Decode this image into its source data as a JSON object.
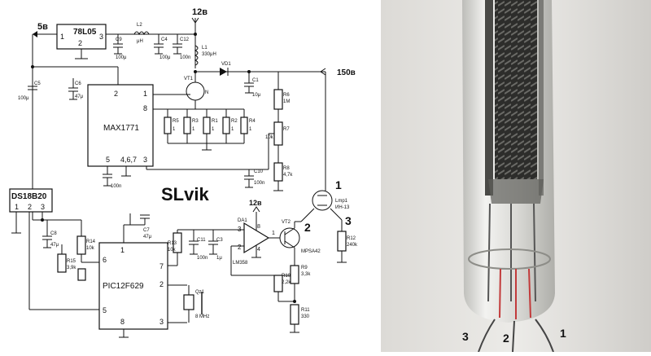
{
  "schematic": {
    "title": "SLvik",
    "rails": {
      "v5": "5в",
      "v12_top": "12в",
      "v12_opamp": "12в",
      "v150": "150в"
    },
    "ics": {
      "reg": {
        "name": "78L05",
        "pin1": "1",
        "pin2": "2",
        "pin3": "3"
      },
      "max": {
        "name": "MAX1771",
        "pin1": "1",
        "pin2": "2",
        "pin3": "3",
        "pin5": "5",
        "pin467": "4,6,7",
        "pin8": "8"
      },
      "pic": {
        "name": "PIC12F629",
        "pin1": "1",
        "pin2": "2",
        "pin3": "3",
        "pin5": "5",
        "pin6": "6",
        "pin7": "7",
        "pin8": "8"
      },
      "ds": {
        "name": "DS18B20",
        "pin1": "1",
        "pin2": "2",
        "pin3": "3"
      }
    },
    "parts": {
      "c9": "C9",
      "c9v": "100μ",
      "l2": "L2",
      "l2v": "μH",
      "c4": "C4",
      "c4v": "100μ",
      "c12": "C12",
      "c12v": "100n",
      "l1": "L1",
      "l1v": "330μH",
      "vd1": "VD1",
      "c5": "C5",
      "c5v": "100μ",
      "c6": "C6",
      "c6v": "47μ",
      "vt1": "VT1",
      "c1": "C1",
      "c1v": "10μ",
      "r6": "R6",
      "r6v": "1M",
      "r5": "R5",
      "r3": "R3",
      "r1": "R1",
      "r2": "R2",
      "r4": "R4",
      "rv": "1",
      "r7": "R7",
      "r7v": "10k",
      "r8": "R8",
      "r8v": "4,7k",
      "c10": "C10",
      "c10v": "100n",
      "c13v": "100n",
      "lmp": "Lmp1",
      "lmpv": "ИН-13",
      "c7": "C7",
      "c7v": "47μ",
      "c8": "C8",
      "c8v": "47μ",
      "r14": "R14",
      "r14v": "10k",
      "r15": "R15",
      "r15v": "3,9k",
      "r13": "R13",
      "r13v": "10k",
      "c11": "C11",
      "c11v": "100n",
      "c3": "C3",
      "c3v": "1μ",
      "da1": "DA1",
      "da1v": "LM358",
      "vt2": "VT2",
      "vt2v": "MPSA42",
      "r12": "R12",
      "r12v": "240k",
      "r9": "R9",
      "r9v": "3,3k",
      "r10": "R10",
      "r10v": "2,2k",
      "r11": "R11",
      "r11v": "330",
      "qz": "Qz1",
      "qzv": "8 MHz",
      "pin_3": "3",
      "pin_2": "2",
      "pin_8": "8",
      "pin_4": "4",
      "pin_1": "1",
      "n": "N"
    },
    "callouts": {
      "lamp_pin1": "1",
      "vt2_pin2": "2",
      "r12_pin3": "3"
    }
  },
  "photo": {
    "labels": {
      "left": "3",
      "middle": "2",
      "right": "1"
    }
  }
}
